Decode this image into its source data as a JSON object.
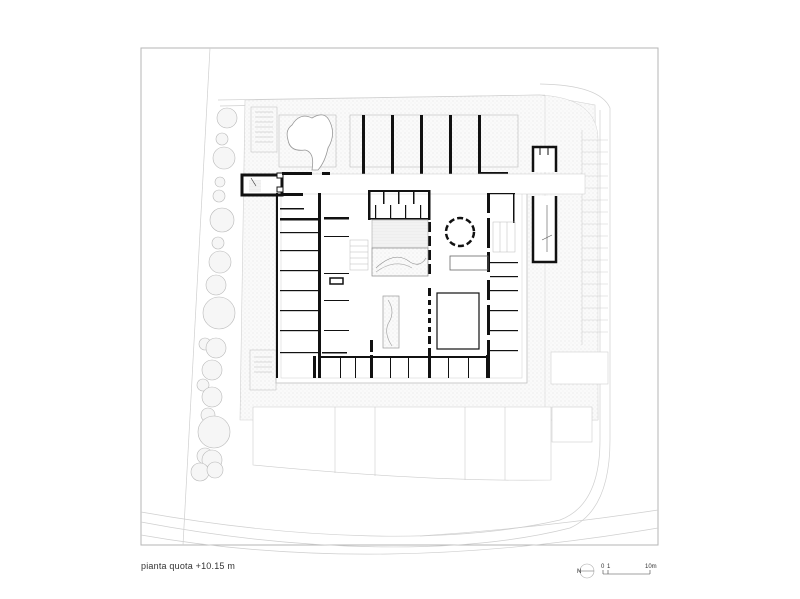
{
  "drawing": {
    "type": "architectural floor plan",
    "title": "pianta quota  +10.15 m",
    "level_label": "pianta quota",
    "level_value": "+10.15 m",
    "north_arrow": {
      "icon": "north-arrow-icon",
      "label": "N"
    },
    "scale_bar": {
      "ticks": [
        "0",
        "1",
        "10m"
      ],
      "unit": "m"
    },
    "colors": {
      "walls": "#111111",
      "site_lines": "#bbbbbb",
      "hatch": "#dddddd",
      "frame": "#aaaaaa",
      "background": "#ffffff"
    },
    "elements": {
      "frame": "drawing border",
      "trees": "row of tree canopies along west edge",
      "garden_courtyard": "organic-shaped planted courtyard (north-west)",
      "north_bays": "5 structural wall fins along north terrace",
      "east_tower": "stair/lift core east",
      "west_tower": "stair core west",
      "circular_room": "round room in central hall",
      "inner_courtyards": "two planted light wells in center",
      "street": "curved road along south and east edges"
    }
  }
}
